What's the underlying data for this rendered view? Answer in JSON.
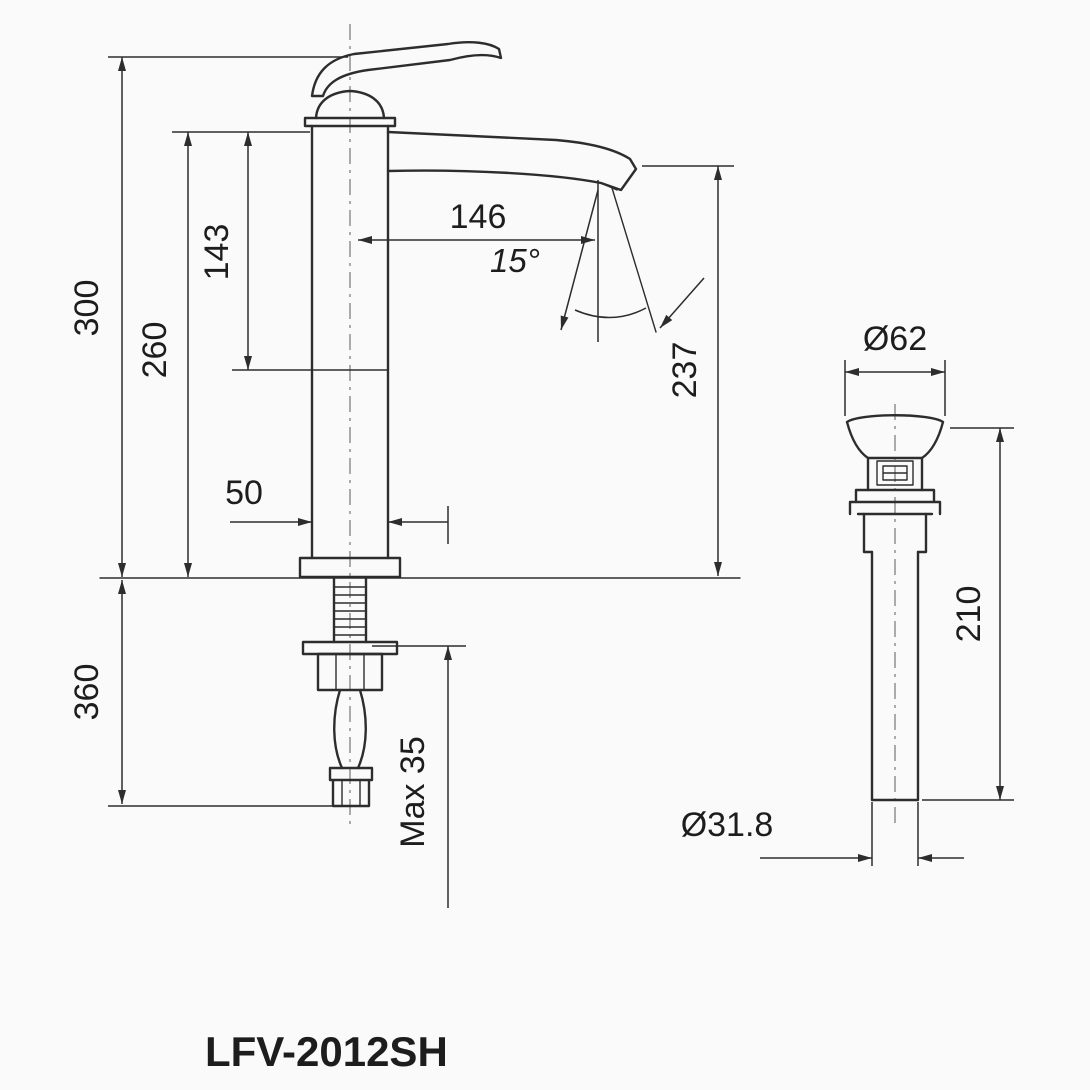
{
  "product_label": "LFV-2012SH",
  "drawing": {
    "faucet": {
      "overall_height": "300",
      "handle_to_seam_height": "143",
      "deck_to_spout_top": "260",
      "body_width": "50",
      "spout_reach": "146",
      "stream_angle": "15°",
      "outlet_to_deck": "237",
      "below_deck_depth": "360",
      "max_deck_thickness": "Max 35"
    },
    "drain": {
      "flange_diameter": "Ø62",
      "length": "210",
      "tailpipe_diameter": "Ø31.8"
    }
  }
}
